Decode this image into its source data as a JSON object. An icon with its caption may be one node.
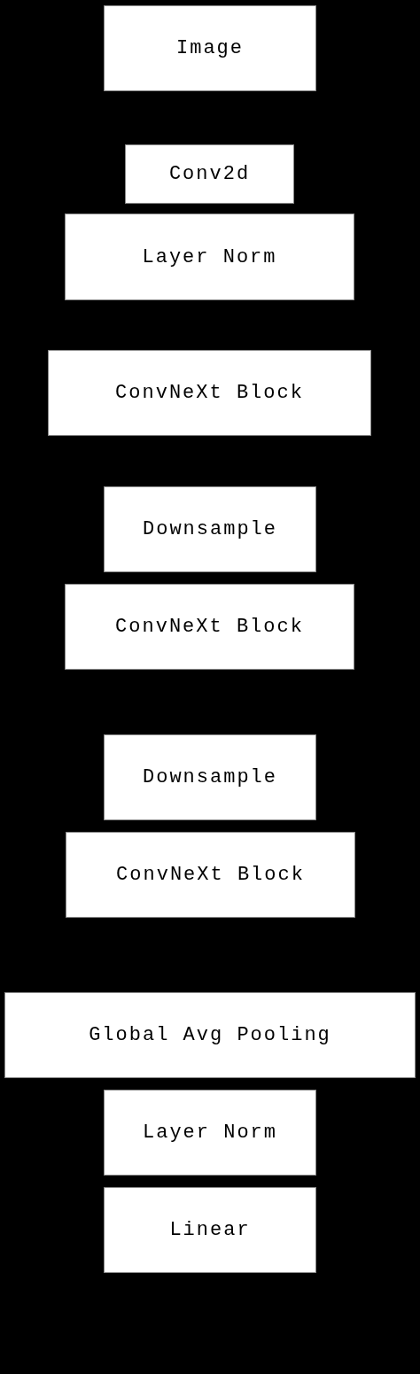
{
  "diagram": {
    "nodes": [
      {
        "text": [
          "Image"
        ]
      },
      {
        "text": [
          "Conv2d"
        ]
      },
      {
        "text": [
          "Layer Norm"
        ]
      },
      {
        "text": [
          "ConvNeXt Block"
        ]
      },
      {
        "text": [
          "Downsample"
        ]
      },
      {
        "text": [
          "ConvNeXt Block"
        ]
      },
      {
        "text": [
          "Downsample"
        ]
      },
      {
        "text": [
          "ConvNeXt Block"
        ]
      },
      {
        "text": [
          "Global Avg Pooling"
        ]
      },
      {
        "text": [
          "Layer Norm"
        ]
      },
      {
        "text": [
          "Linear"
        ]
      }
    ]
  }
}
